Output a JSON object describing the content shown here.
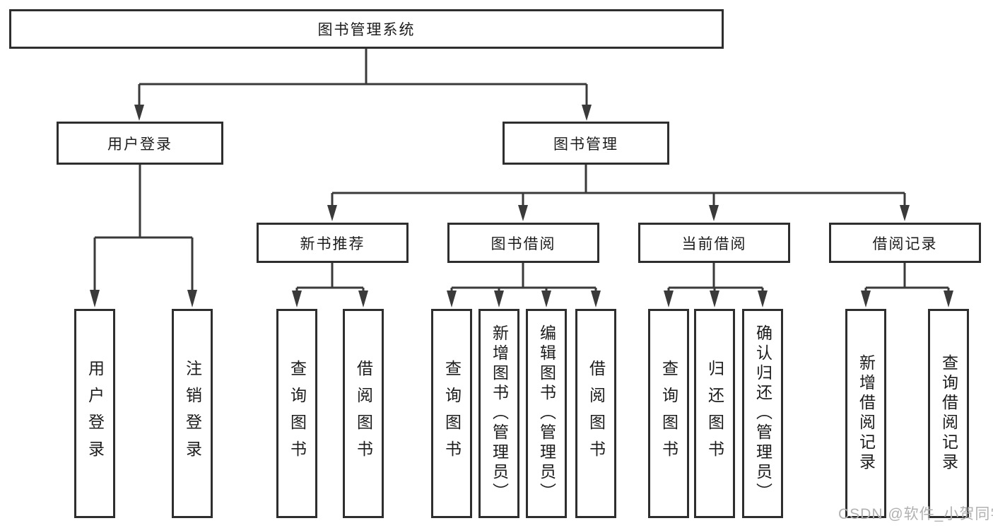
{
  "nodes": {
    "root": "图书管理系统",
    "level2": [
      "用户登录",
      "图书管理"
    ],
    "level3": [
      "新书推荐",
      "图书借阅",
      "当前借阅",
      "借阅记录"
    ],
    "leaves": {
      "login": [
        "用户登录",
        "注销登录"
      ],
      "recommend": [
        "查询图书",
        "借阅图书"
      ],
      "borrow": [
        "查询图书",
        "新增图书（管理员）",
        "编辑图书（管理员）",
        "借阅图书"
      ],
      "current": [
        "查询图书",
        "归还图书",
        "确认归还（管理员）"
      ],
      "records": [
        "新增借阅记录",
        "查询借阅记录"
      ]
    }
  },
  "watermark": "CSDN @软件_小贺同学",
  "colors": {
    "background": "#ffffff",
    "line": "#3a3a3a",
    "box_border": "#2e2e2e",
    "text": "#1c1c1c",
    "watermark": "#b1b1b1"
  }
}
